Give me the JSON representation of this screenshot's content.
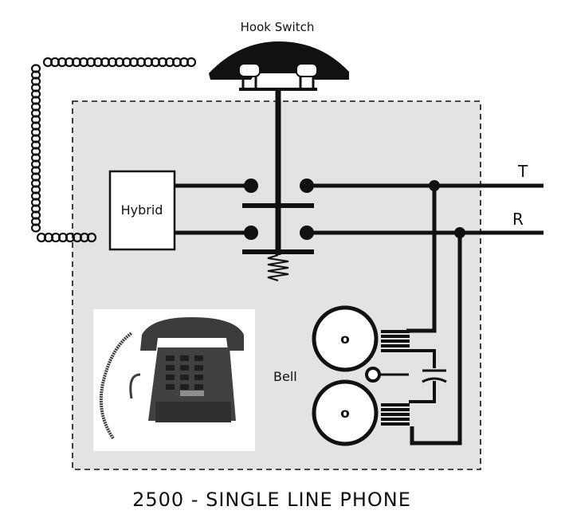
{
  "diagram": {
    "title": "2500 - SINGLE LINE PHONE",
    "labels": {
      "hook_switch": "Hook Switch",
      "hybrid": "Hybrid",
      "bell": "Bell",
      "tip": "T",
      "ring": "R",
      "coil_upper": "o",
      "coil_lower": "o"
    },
    "colors": {
      "enclosure_fill": "#e3e3e3",
      "wire": "#000000",
      "phone_body": "#3a3d3c"
    },
    "icons": [
      "handset-icon",
      "desk-phone-icon",
      "coil-cord-icon",
      "spring-icon"
    ]
  }
}
